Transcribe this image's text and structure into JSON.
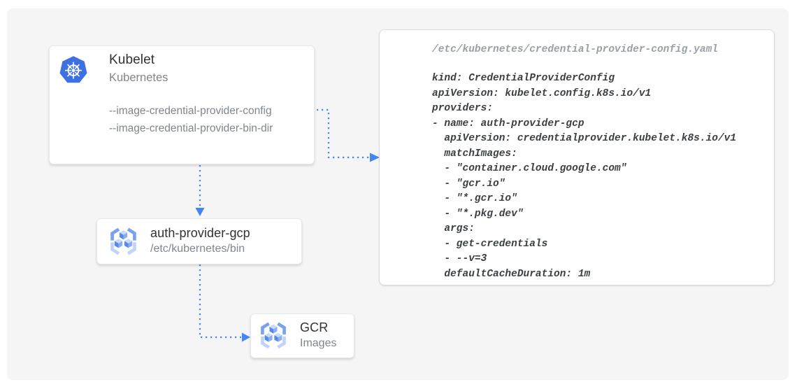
{
  "diagram": {
    "nodes": {
      "kubelet": {
        "title": "Kubelet",
        "subtitle": "Kubernetes",
        "flags": [
          "--image-credential-provider-config",
          "--image-credential-provider-bin-dir"
        ],
        "icon": "kubernetes-icon"
      },
      "auth_provider_gcp": {
        "title": "auth-provider-gcp",
        "subtitle": "/etc/kubernetes/bin",
        "icon": "container-registry-icon"
      },
      "gcr": {
        "title": "GCR",
        "subtitle": "Images",
        "icon": "container-registry-icon"
      }
    },
    "edges": [
      {
        "from": "kubelet-flag-config",
        "to": "credential-provider-config-file",
        "style": "dotted-arrow"
      },
      {
        "from": "kubelet",
        "to": "auth_provider_gcp",
        "style": "dotted-arrow"
      },
      {
        "from": "auth_provider_gcp",
        "to": "gcr",
        "style": "dotted-arrow"
      }
    ],
    "code_panel": {
      "filename": "/etc/kubernetes/credential-provider-config.yaml",
      "lines": [
        "kind: CredentialProviderConfig",
        "apiVersion: kubelet.config.k8s.io/v1",
        "providers:",
        "- name: auth-provider-gcp",
        "  apiVersion: credentialprovider.kubelet.k8s.io/v1",
        "  matchImages:",
        "  - \"container.cloud.google.com\"",
        "  - \"gcr.io\"",
        "  - \"*.gcr.io\"",
        "  - \"*.pkg.dev\"",
        "  args:",
        "  - get-credentials",
        "  - --v=3",
        "  defaultCacheDuration: 1m"
      ]
    },
    "colors": {
      "arrow_blue": "#4285f4",
      "kubernetes_blue": "#3d70e2",
      "background_gray": "#f5f5f6",
      "title_text": "#303134",
      "secondary_text": "#80868b",
      "code_text": "#3c4043",
      "code_filename_text": "#9aa0a6"
    }
  }
}
